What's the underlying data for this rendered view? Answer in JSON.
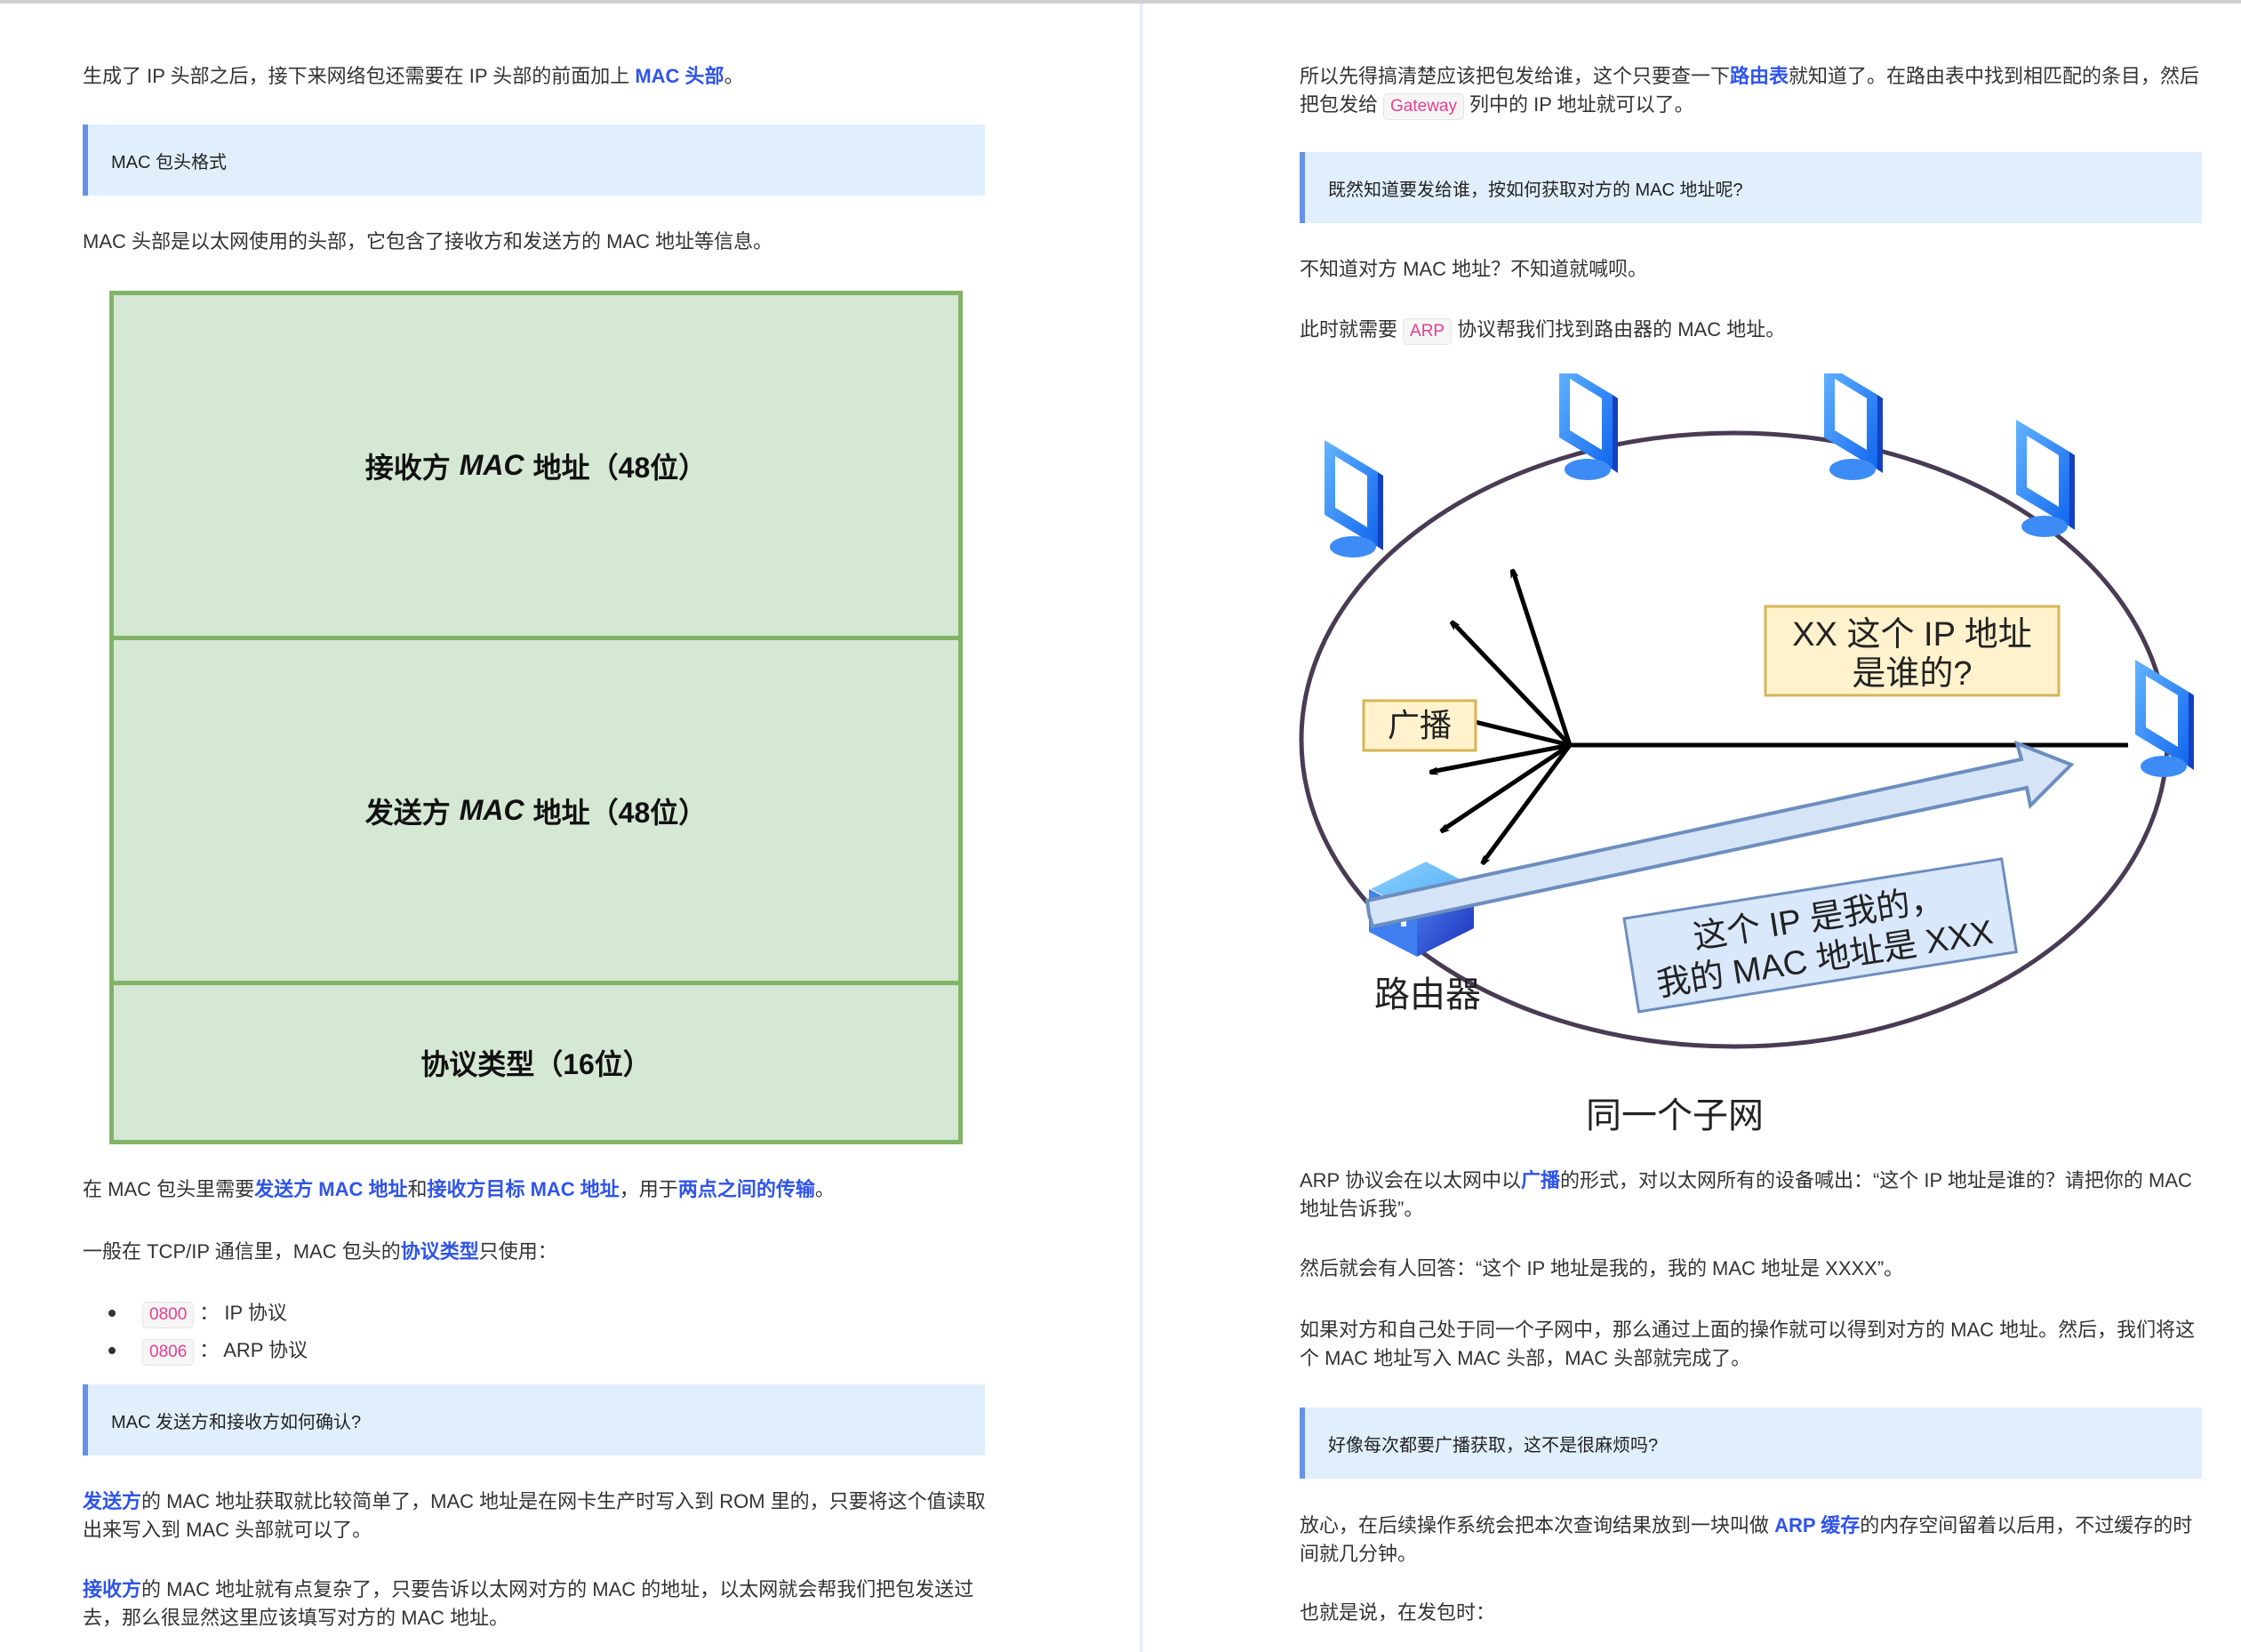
{
  "left_page": {
    "intro": {
      "text_before": "生成了 IP 头部之后，接下来网络包还需要在 IP 头部的前面加上 ",
      "link": "MAC 头部",
      "text_after": "。"
    },
    "callout_1": "MAC 包头格式",
    "para_mac_header": "MAC 头部是以太网使用的头部，它包含了接收方和发送方的 MAC 地址等信息。",
    "mac_header_diagram": {
      "rows": [
        {
          "prefix": "接收方",
          "mac": "MAC",
          "suffix": "地址（48位）"
        },
        {
          "prefix": "发送方",
          "mac": "MAC",
          "suffix": "地址（48位）"
        },
        {
          "label": "协议类型（16位）"
        }
      ],
      "fill_color": "#d5e8d4",
      "border_color": "#82b366"
    },
    "para_need": {
      "t1": "在 MAC 包头里需要",
      "b1": "发送方 MAC 地址",
      "t2": "和",
      "b2": "接收方目标 MAC 地址",
      "t3": "，用于",
      "b3": "两点之间的传输",
      "t4": "。"
    },
    "para_protocol": {
      "t1": "一般在 TCP/IP 通信里，MAC 包头的",
      "b1": "协议类型",
      "t2": "只使用："
    },
    "protocol_list": [
      {
        "code": "0800",
        "sep": "：",
        "label": "IP 协议"
      },
      {
        "code": "0806",
        "sep": "：",
        "label": "ARP 协议"
      }
    ],
    "callout_2": "MAC 发送方和接收方如何确认?",
    "para_sender": {
      "b1": "发送方",
      "t1": "的 MAC 地址获取就比较简单了，MAC 地址是在网卡生产时写入到 ROM 里的，只要将这个值读取出来写入到 MAC 头部就可以了。"
    },
    "para_receiver": {
      "b1": "接收方",
      "t1": "的 MAC 地址就有点复杂了，只要告诉以太网对方的 MAC 的地址，以太网就会帮我们把包发送过去，那么很显然这里应该填写对方的 MAC 地址。"
    }
  },
  "right_page": {
    "para_route": {
      "t1": "所以先得搞清楚应该把包发给谁，这个只要查一下",
      "b1": "路由表",
      "t2": "就知道了。在路由表中找到相匹配的条目，然后把包发给",
      "code": "Gateway",
      "t3": "列中的 IP 地址就可以了。"
    },
    "callout_1": "既然知道要发给谁，按如何获取对方的 MAC 地址呢?",
    "para_unknown": "不知道对方 MAC 地址？不知道就喊呗。",
    "para_arp": {
      "t1": "此时就需要",
      "code": "ARP",
      "t2": "协议帮我们找到路由器的 MAC 地址。"
    },
    "arp_diagram": {
      "broadcast_label": "广播",
      "question_label_line1": "XX 这个 IP 地址",
      "question_label_line2": "是谁的?",
      "reply_label_line1": "这个 IP 是我的，",
      "reply_label_line2": "我的 MAC 地址是 XXX",
      "router_label": "路由器",
      "caption": "同一个子网",
      "ring_color": "#4a3b55",
      "label_fill": "#fff2cc",
      "label_border": "#d6b656",
      "reply_fill": "#dae8fc",
      "reply_border": "#6c8ebf",
      "computer_color": "#1e88ff"
    },
    "para_broadcast": {
      "t1": "ARP 协议会在以太网中以",
      "b1": "广播",
      "t2": "的形式，对以太网所有的设备喊出：“这个 IP 地址是谁的？请把你的 MAC 地址告诉我”。"
    },
    "para_answer": "然后就会有人回答：“这个 IP 地址是我的，我的 MAC 地址是 XXXX”。",
    "para_same_subnet": "如果对方和自己处于同一个子网中，那么通过上面的操作就可以得到对方的 MAC 地址。然后，我们将这个 MAC 地址写入 MAC 头部，MAC 头部就完成了。",
    "callout_2": "好像每次都要广播获取，这不是很麻烦吗?",
    "para_cache": {
      "t1": "放心，在后续操作系统会把本次查询结果放到一块叫做 ",
      "b1": "ARP 缓存",
      "t2": "的内存空间留着以后用，不过缓存的时间就几分钟。"
    },
    "para_send": "也就是说，在发包时："
  },
  "colors": {
    "link_blue": "#2f54eb",
    "code_pink": "#e83e8c",
    "callout_bg": "#e1effc",
    "callout_border": "#6592e8"
  }
}
